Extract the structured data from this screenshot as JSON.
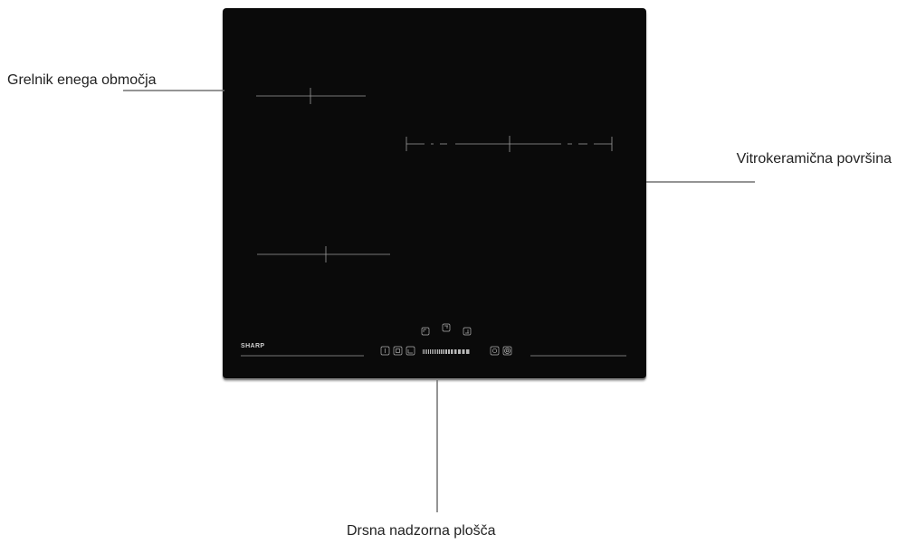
{
  "callouts": {
    "cooking_zone": "Grelnik enega območja",
    "ceramic_surface": "Vitrokeramična površina",
    "touch_panel": "Drsna nadzorna plošča"
  },
  "hob": {
    "brand": "SHARP",
    "colors": {
      "glass": "#0a0a0a",
      "markings": "#9a9a9a",
      "leader_lines": "#707070"
    }
  }
}
